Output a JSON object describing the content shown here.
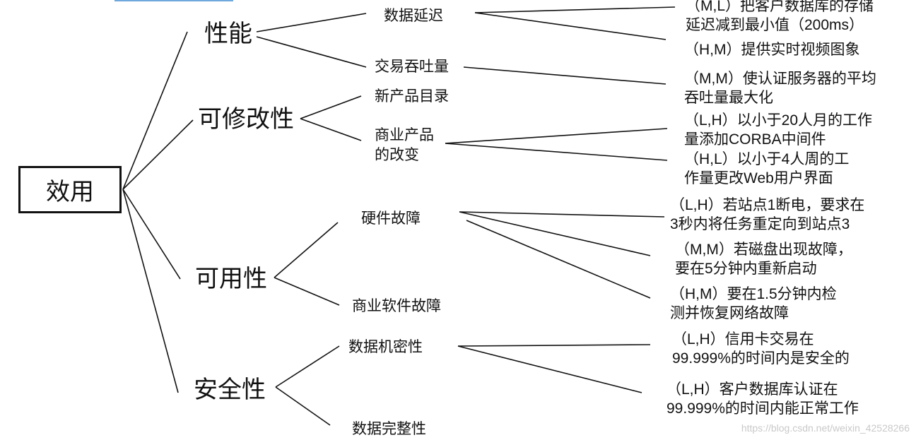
{
  "root": "效用",
  "attributes": [
    {
      "label": "性能",
      "refinements": [
        {
          "label": "数据延迟",
          "scenarios": [
            {
              "line1": "（M,L）把客户数据库的存储",
              "line2": "延迟减到最小值（200ms）"
            },
            {
              "line1": "（H,M）提供实时视频图象",
              "line2": ""
            }
          ]
        },
        {
          "label": "交易吞吐量",
          "scenarios": [
            {
              "line1": "（M,M）使认证服务器的平均",
              "line2": "吞吐量最大化"
            }
          ]
        }
      ]
    },
    {
      "label": "可修改性",
      "refinements": [
        {
          "label": "新产品目录",
          "scenarios": []
        },
        {
          "label_line1": "商业产品",
          "label_line2": "的改变",
          "scenarios": [
            {
              "line1": "（L,H）以小于20人月的工作",
              "line2": "量添加CORBA中间件"
            },
            {
              "line1": "（H,L）以小于4人周的工",
              "line2": "作量更改Web用户界面"
            }
          ]
        }
      ]
    },
    {
      "label": "可用性",
      "refinements": [
        {
          "label": "硬件故障",
          "scenarios": [
            {
              "line1": "（L,H）若站点1断电，要求在",
              "line2": "3秒内将任务重定向到站点3"
            },
            {
              "line1": "（M,M）若磁盘出现故障，",
              "line2": "要在5分钟内重新启动"
            },
            {
              "line1": "（H,M）要在1.5分钟内检",
              "line2": "测并恢复网络故障"
            }
          ]
        },
        {
          "label": "商业软件故障",
          "scenarios": []
        }
      ]
    },
    {
      "label": "安全性",
      "refinements": [
        {
          "label": "数据机密性",
          "scenarios": [
            {
              "line1": "（L,H）信用卡交易在",
              "line2": "99.999%的时间内是安全的"
            },
            {
              "line1": "（L,H）客户数据库认证在",
              "line2": "99.999%的时间内能正常工作"
            }
          ]
        },
        {
          "label": "数据完整性",
          "scenarios": []
        }
      ]
    }
  ],
  "watermark": "https://blog.csdn.net/weixin_42528266"
}
